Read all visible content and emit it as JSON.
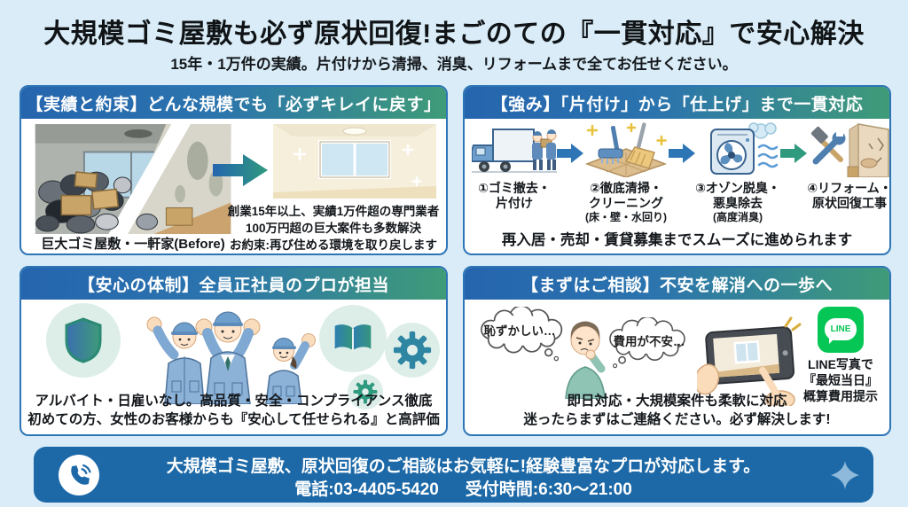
{
  "page": {
    "title": "大規模ゴミ屋敷も必ず原状回復!まごのての『一貫対応』で安心解決",
    "subtitle": "15年・1万件の実績。片付けから清掃、消臭、リフォームまで全てお任せください。"
  },
  "colors": {
    "page_bg": "#d9ecf7",
    "panel_border": "#2e75b6",
    "header_gradient_left": "#2565ae",
    "header_gradient_right": "#3f9b78",
    "footer_bg": "#1d69a7",
    "arrow_blue": "#2e75b6",
    "arrow_teal": "#2f9a7e",
    "line_green": "#06C755"
  },
  "panels": {
    "results": {
      "header": "【実績と約束】どんな規模でも「必ずキレイに戻す」",
      "before_caption": "巨大ゴミ屋敷・一軒家(Before)",
      "lines": [
        "創業15年以上、実績1万件超の専門業者",
        "100万円超の巨大案件も多数解決",
        "お約束:再び住める環境を取り戻します"
      ]
    },
    "flow": {
      "header": "【強み】「片付け」から「仕上げ」まで一貫対応",
      "steps": [
        {
          "icon": "truck-icon",
          "lines": [
            "①ゴミ撤去・",
            "片付け"
          ]
        },
        {
          "icon": "cleaning-icon",
          "lines": [
            "②徹底清掃・",
            "クリーニング",
            "(床・壁・水回り)"
          ]
        },
        {
          "icon": "ozone-machine-icon",
          "lines": [
            "③オゾン脱臭・",
            "悪臭除去",
            "(高度消臭)"
          ]
        },
        {
          "icon": "repair-tools-icon",
          "lines": [
            "④リフォーム・",
            "原状回復工事"
          ]
        }
      ],
      "footer": "再入居・売却・賃貸募集までスムーズに進められます"
    },
    "staff": {
      "header": "【安心の体制】全員正社員のプロが担当",
      "lines": [
        "アルバイト・日雇いなし。高品質・安全・コンプライアンス徹底",
        "初めての方、女性のお客様からも『安心して任せられる』と高評価"
      ]
    },
    "consult": {
      "header": "【まずはご相談】不安を解消への一歩へ",
      "bubble1": "恥ずかしい…",
      "bubble2": "費用が不安…",
      "line_badge": "LINE",
      "line_text": [
        "LINE写真で",
        "『最短当日』",
        "概算費用提示"
      ],
      "lines": [
        "即日対応・大規模案件も柔軟に対応",
        "迷ったらまずはご連絡ください。必ず解決します!"
      ]
    }
  },
  "footer": {
    "line1": "大規模ゴミ屋敷、原状回復のご相談はお気軽に!経験豊富なプロが対応します。",
    "phone_label": "電話:03-4405-5420",
    "hours_label": "受付時間:6:30〜21:00"
  }
}
